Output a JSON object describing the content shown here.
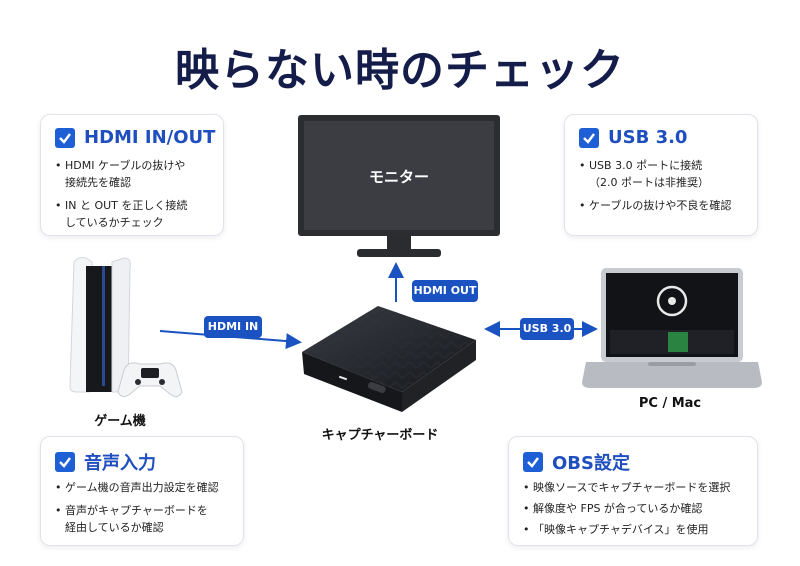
{
  "title": "映らない時のチェック",
  "cards": {
    "hdmi": {
      "title": "HDMI IN/OUT",
      "items": [
        "HDMI ケーブルの抜けや\n接続先を確認",
        "IN と OUT を正しく接続\nしているかチェック"
      ]
    },
    "usb": {
      "title": "USB 3.0",
      "items": [
        "USB 3.0 ポートに接続\n（2.0 ポートは非推奨）",
        "ケーブルの抜けや不良を確認"
      ]
    },
    "audio": {
      "title": "音声入力",
      "items": [
        "ゲーム機の音声出力設定を確認",
        "音声がキャプチャーボードを\n経由しているか確認"
      ]
    },
    "obs": {
      "title": "OBS設定",
      "items": [
        "映像ソースでキャプチャーボードを選択",
        "解像度や FPS が合っているか確認",
        "「映像キャプチャデバイス」を使用"
      ]
    }
  },
  "devices": {
    "monitor_screen_text": "モニター",
    "console_label": "ゲーム機",
    "capture_label": "キャプチャーボード",
    "pc_label": "PC / Mac"
  },
  "connections": {
    "hdmi_in": "HDMI IN",
    "hdmi_out": "HDMI OUT",
    "usb": "USB 3.0"
  },
  "colors": {
    "accent": "#1a52c2",
    "title": "#141c4a"
  }
}
